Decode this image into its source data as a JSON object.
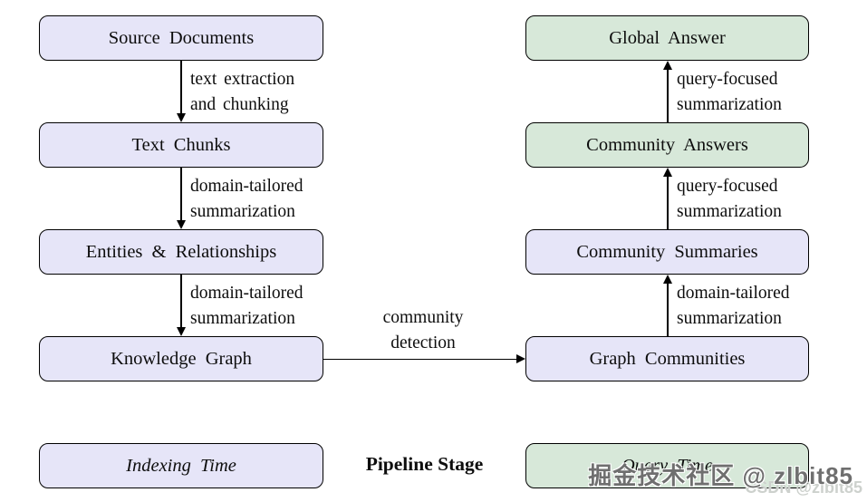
{
  "colors": {
    "lavender": "#e6e5f8",
    "green": "#d7e8d9"
  },
  "boxes": {
    "source_documents": "Source Documents",
    "text_chunks": "Text Chunks",
    "entities_relationships": "Entities & Relationships",
    "knowledge_graph": "Knowledge Graph",
    "indexing_time": "Indexing Time",
    "global_answer": "Global Answer",
    "community_answers": "Community Answers",
    "community_summaries": "Community Summaries",
    "graph_communities": "Graph Communities",
    "query_time": "Query Time"
  },
  "edge_labels": {
    "text_extraction": {
      "line1": "text extraction",
      "line2": "and chunking"
    },
    "domain_tailored_1": {
      "line1": "domain-tailored",
      "line2": "summarization"
    },
    "domain_tailored_2": {
      "line1": "domain-tailored",
      "line2": "summarization"
    },
    "community_detection": {
      "line1": "community",
      "line2": "detection"
    },
    "domain_tailored_3": {
      "line1": "domain-tailored",
      "line2": "summarization"
    },
    "query_focused_1": {
      "line1": "query-focused",
      "line2": "summarization"
    },
    "query_focused_2": {
      "line1": "query-focused",
      "line2": "summarization"
    }
  },
  "legend": {
    "pipeline_stage": "Pipeline Stage"
  },
  "watermark": {
    "main": "掘金技术社区 @ zlbit85",
    "secondary": "CSDN @zlbit85"
  }
}
